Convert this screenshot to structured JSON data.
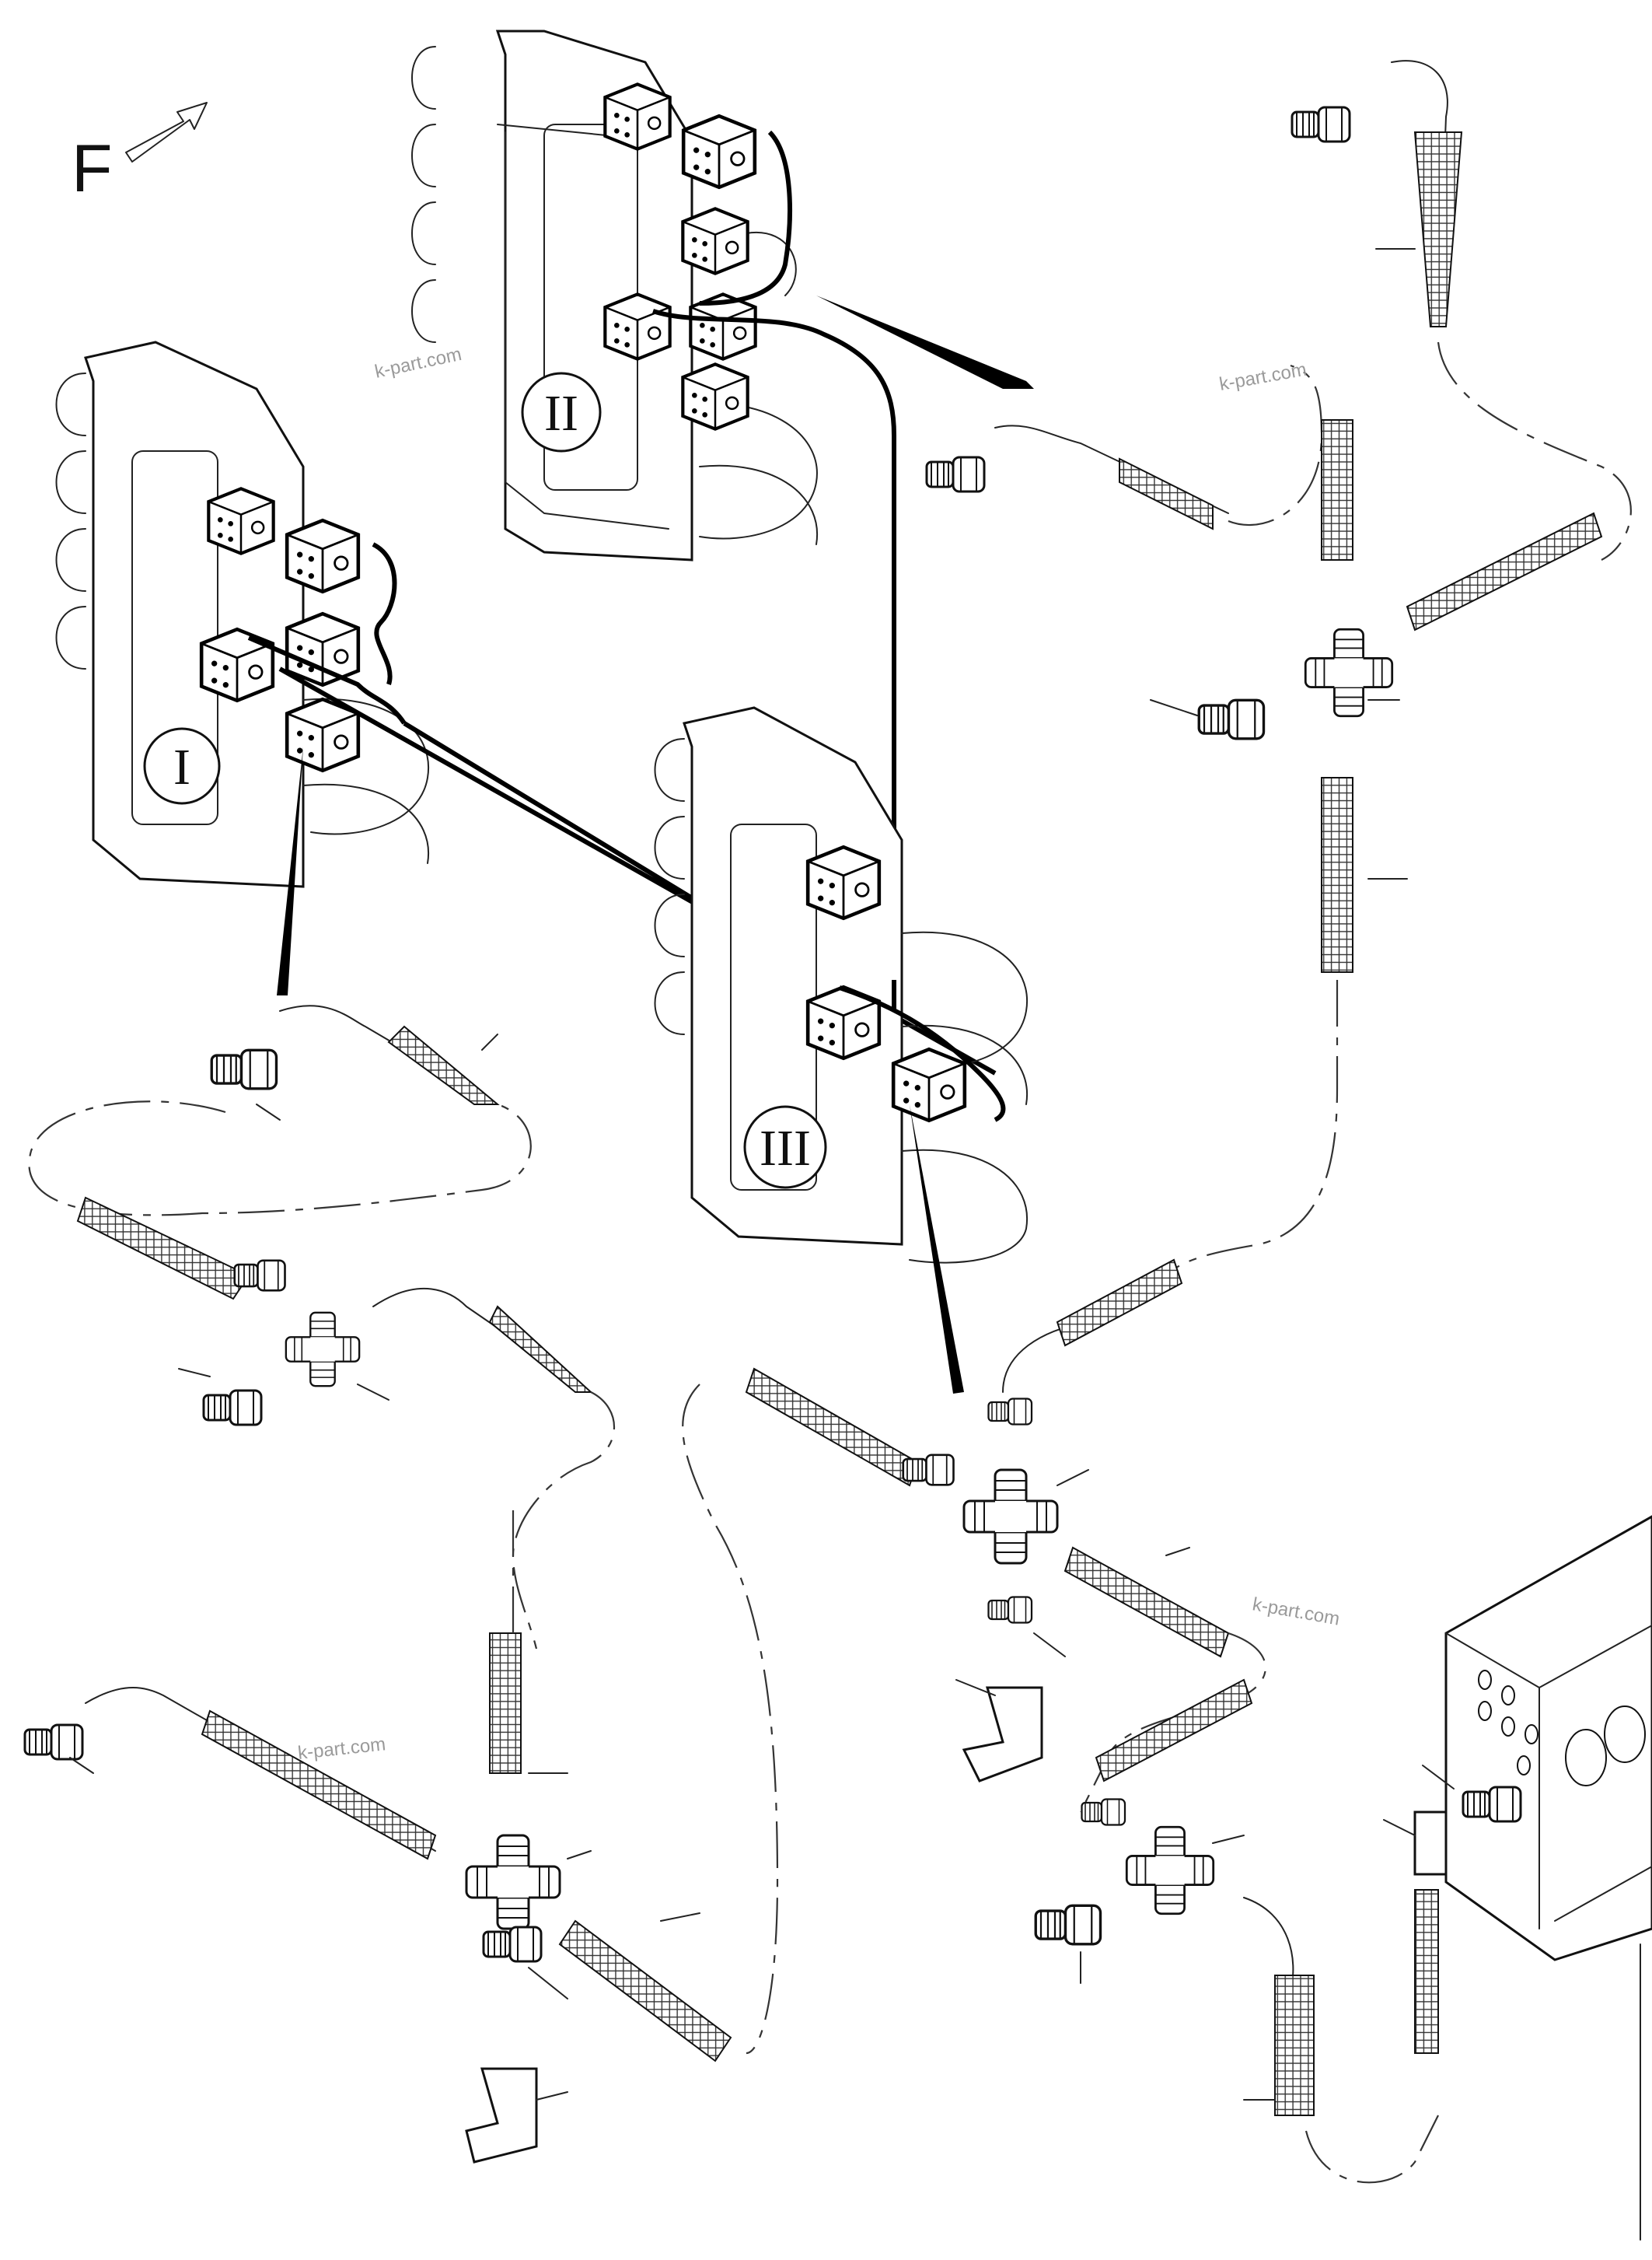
{
  "diagram": {
    "direction_marker": "F",
    "valve_labels": [
      "I",
      "II",
      "III"
    ],
    "watermarks": [
      "k-part.com",
      "k-part.com",
      "k-part.com",
      "k-part.com"
    ],
    "icons": [
      "arrow-icon",
      "hose-icon",
      "tee-fitting-icon",
      "elbow-fitting-icon",
      "adapter-icon"
    ]
  }
}
